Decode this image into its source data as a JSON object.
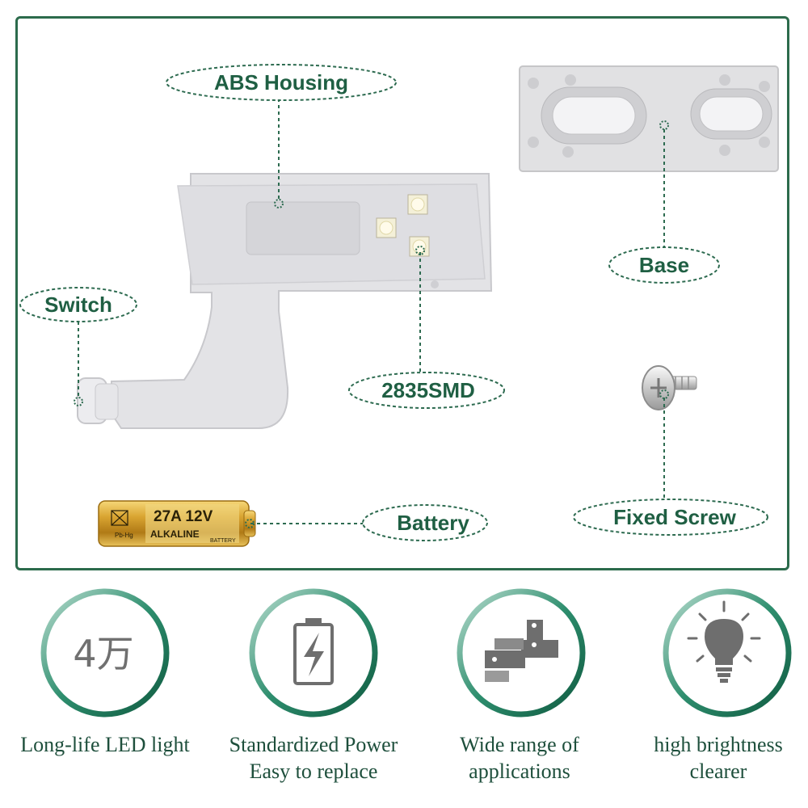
{
  "callouts": {
    "abs_housing": "ABS Housing",
    "base": "Base",
    "switch": "Switch",
    "smd": "2835SMD",
    "battery": "Battery",
    "screw": "Fixed Screw"
  },
  "battery_label": {
    "model": "27A 12V",
    "type": "ALKALINE",
    "sub": "BATTERY",
    "marking": "Pb-Hg"
  },
  "features": [
    {
      "icon": "4万",
      "line1": "Long-life LED light",
      "line2": ""
    },
    {
      "icon": "battery-icon",
      "line1": "Standardized Power",
      "line2": "Easy to replace"
    },
    {
      "icon": "hinge-icon",
      "line1": "Wide range of",
      "line2": "applications"
    },
    {
      "icon": "lightbulb-icon",
      "line1": "high brightness",
      "line2": "clearer"
    }
  ],
  "colors": {
    "accent": "#1f5f43",
    "frame": "#2c6b4c",
    "ring_light": "#7fbfa8",
    "product_gray": "#e2e2e4",
    "icon_gray": "#6e6e6e"
  }
}
